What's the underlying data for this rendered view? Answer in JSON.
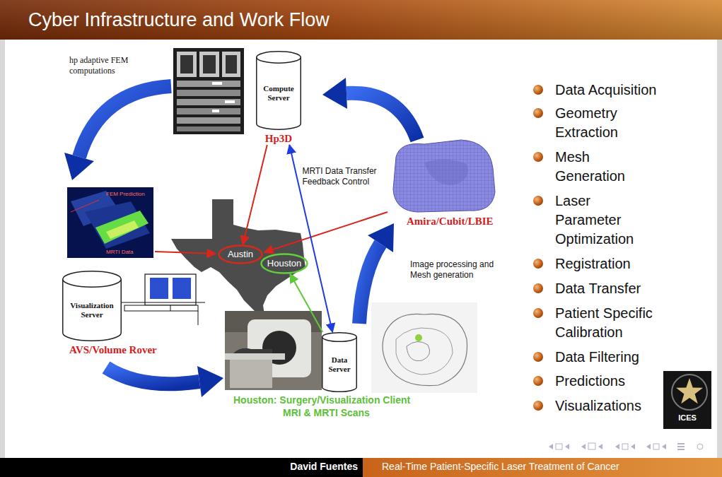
{
  "diagram": {
    "title": "Cyber Infrastructure and Work Flow",
    "nodes": [
      {
        "text": [
          "Compute Server",
          "Hp3D"
        ]
      },
      {
        "text": [
          "Visualization Server",
          "AVS/Volume Rover"
        ]
      },
      {
        "text": [
          "Data Server"
        ]
      },
      {
        "text": [
          "Austin"
        ]
      },
      {
        "text": [
          "Houston"
        ]
      }
    ],
    "edges": [
      {
        "from": 0,
        "to": 3,
        "arrow": "to"
      },
      {
        "from": 0,
        "to": 2,
        "label": "MRTI Data Transfer Feedback Control",
        "arrow": "both"
      },
      {
        "from": 2,
        "to": 4,
        "arrow": "to"
      }
    ],
    "labels": [
      "hp adaptive FEM computations",
      "FEM Prediction",
      "MRTI Data",
      "Amira/Cubit/LBIE",
      "Image processing and Mesh generation",
      "Houston: Surgery/Visualization Client",
      "MRI & MRTI Scans",
      "Data Acquisition",
      "Geometry Extraction",
      "Mesh Generation",
      "Laser Parameter Optimization",
      "Registration",
      "Data Transfer",
      "Patient Specific Calibration",
      "Data Filtering",
      "Predictions",
      "Visualizations",
      "ICES",
      "David Fuentes",
      "Real-Time Patient-Specific Laser Treatment of Cancer"
    ]
  }
}
